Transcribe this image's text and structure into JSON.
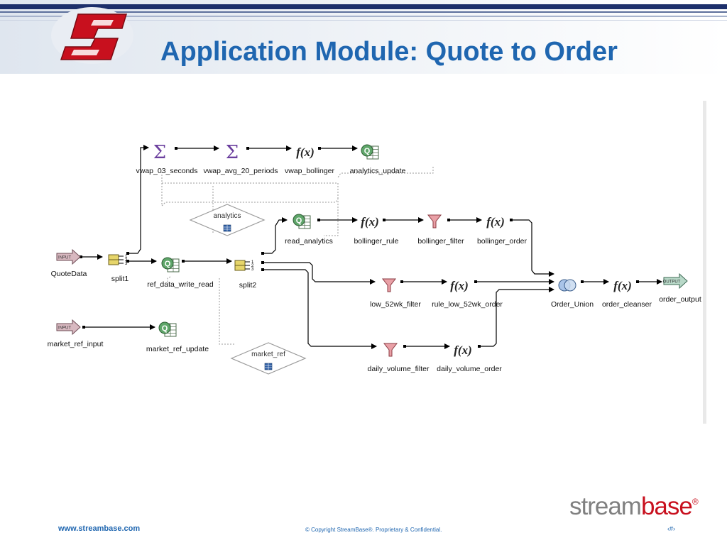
{
  "slide": {
    "title": "Application Module: Quote to Order"
  },
  "diagram": {
    "operators": [
      {
        "id": "quotedata",
        "label": "QuoteData",
        "icon": "input-arrow-icon",
        "icon_text": "INPUT"
      },
      {
        "id": "split1",
        "label": "split1",
        "icon": "split-icon"
      },
      {
        "id": "vwap03",
        "label": "vwap_03_seconds",
        "icon": "sigma-aggregate-icon"
      },
      {
        "id": "vwap20",
        "label": "vwap_avg_20_periods",
        "icon": "sigma-aggregate-icon"
      },
      {
        "id": "vwapboll",
        "label": "vwap_bollinger",
        "icon": "function-icon"
      },
      {
        "id": "anupd",
        "label": "analytics_update",
        "icon": "query-icon"
      },
      {
        "id": "readan",
        "label": "read_analytics",
        "icon": "query-icon"
      },
      {
        "id": "bollrule",
        "label": "bollinger_rule",
        "icon": "function-icon"
      },
      {
        "id": "bollfilt",
        "label": "bollinger_filter",
        "icon": "filter-icon"
      },
      {
        "id": "bollord",
        "label": "bollinger_order",
        "icon": "function-icon"
      },
      {
        "id": "refdata",
        "label": "ref_data_write_read",
        "icon": "query-icon"
      },
      {
        "id": "split2",
        "label": "split2",
        "icon": "split-icon"
      },
      {
        "id": "low52f",
        "label": "low_52wk_filter",
        "icon": "filter-icon"
      },
      {
        "id": "rulelow",
        "label": "rule_low_52wk_order",
        "icon": "function-icon"
      },
      {
        "id": "union",
        "label": "Order_Union",
        "icon": "union-icon"
      },
      {
        "id": "cleanser",
        "label": "order_cleanser",
        "icon": "function-icon"
      },
      {
        "id": "outp",
        "label": "order_output",
        "icon": "output-arrow-icon",
        "icon_text": "OUTPUT"
      },
      {
        "id": "mrefin",
        "label": "market_ref_input",
        "icon": "input-arrow-icon",
        "icon_text": "INPUT"
      },
      {
        "id": "mrefupd",
        "label": "market_ref_update",
        "icon": "query-icon"
      },
      {
        "id": "dvf",
        "label": "daily_volume_filter",
        "icon": "filter-icon"
      },
      {
        "id": "dvo",
        "label": "daily_volume_order",
        "icon": "function-icon"
      }
    ],
    "tables": [
      {
        "id": "analytics",
        "label": "analytics",
        "icon": "table-icon"
      },
      {
        "id": "market_ref",
        "label": "market_ref",
        "icon": "table-icon"
      }
    ],
    "split_port_labels": [
      "1",
      "2",
      "3"
    ],
    "function_symbol": "f(x)",
    "query_symbol": "Q",
    "sigma_symbol": "Σ"
  },
  "footer": {
    "url": "www.streambase.com",
    "copyright": "© Copyright StreamBase®. Proprietary & Confidential.",
    "page": "‹#›",
    "brand_part1": "stream",
    "brand_part2": "base",
    "brand_mark": "®"
  },
  "colors": {
    "title_blue": "#1f66b0",
    "brand_red": "#c8101e",
    "brand_gray": "#808080",
    "header_navy": "#1c2f6b"
  }
}
